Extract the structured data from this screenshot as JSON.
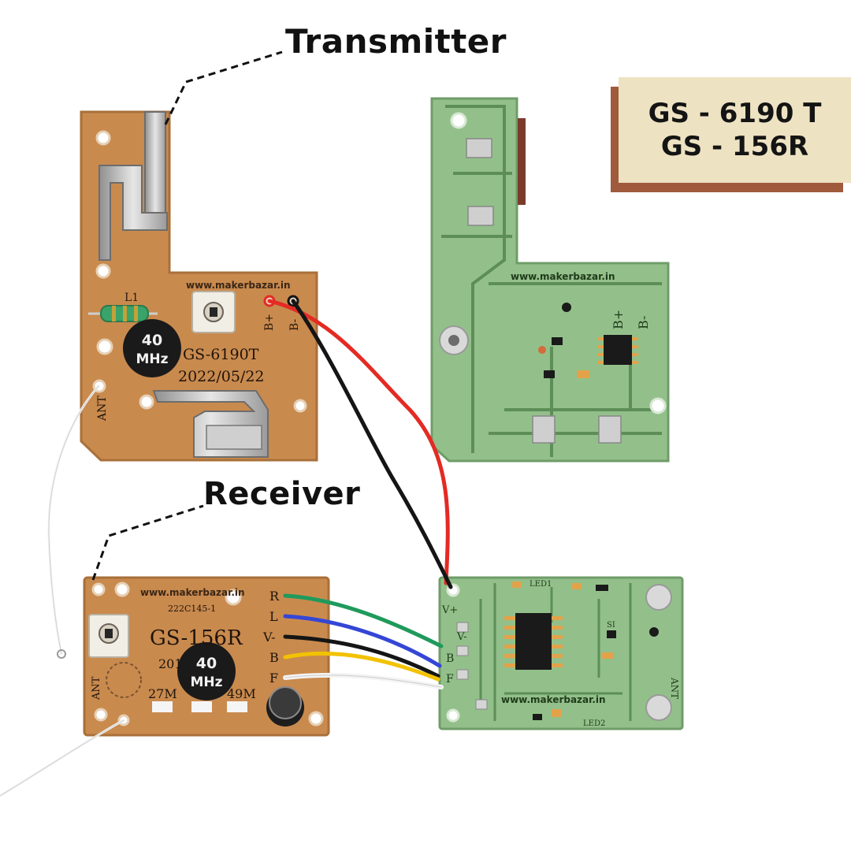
{
  "labels": {
    "transmitter": "Transmitter",
    "receiver": "Receiver"
  },
  "badge": {
    "line1": "GS - 6190 T",
    "line2": "GS - 156R"
  },
  "transmitter_board": {
    "watermark": "www.makerbazar.in",
    "coil_label": "L1",
    "model": "GS-6190T",
    "date": "2022/05/22",
    "crystal_line1": "40",
    "crystal_line2": "MHz",
    "bplus": "B+",
    "bminus": "B-",
    "ant": "ANT"
  },
  "transmitter_back": {
    "watermark": "www.makerbazar.in",
    "bplus": "B+",
    "bminus": "B-"
  },
  "receiver_board": {
    "watermark": "www.makerbazar.in",
    "code": "222C145-1",
    "model": "GS-156R",
    "crystal_line1": "40",
    "crystal_line2": "MHz",
    "pins": [
      "R",
      "L",
      "V-",
      "B",
      "F"
    ],
    "freq_left": "27M",
    "freq_right": "49M",
    "ant": "ANT",
    "year": "201"
  },
  "receiver_back": {
    "watermark": "www.makerbazar.in",
    "led1": "LED1",
    "led2": "LED2",
    "vplus": "V+",
    "vminus": "V-",
    "b": "B",
    "f": "F",
    "si": "SI",
    "ant": "ANT"
  },
  "colors": {
    "brown_pcb": "#c98a4e",
    "green_pcb": "#93c08a",
    "badge_bg": "#ede2c2",
    "badge_shadow": "#a05a3c",
    "wire_red": "#e32b24",
    "wire_black": "#151515",
    "wire_green": "#1f9a5c",
    "wire_blue": "#3446d6",
    "wire_yellow": "#f2c200",
    "wire_white": "#f4f4f4"
  }
}
